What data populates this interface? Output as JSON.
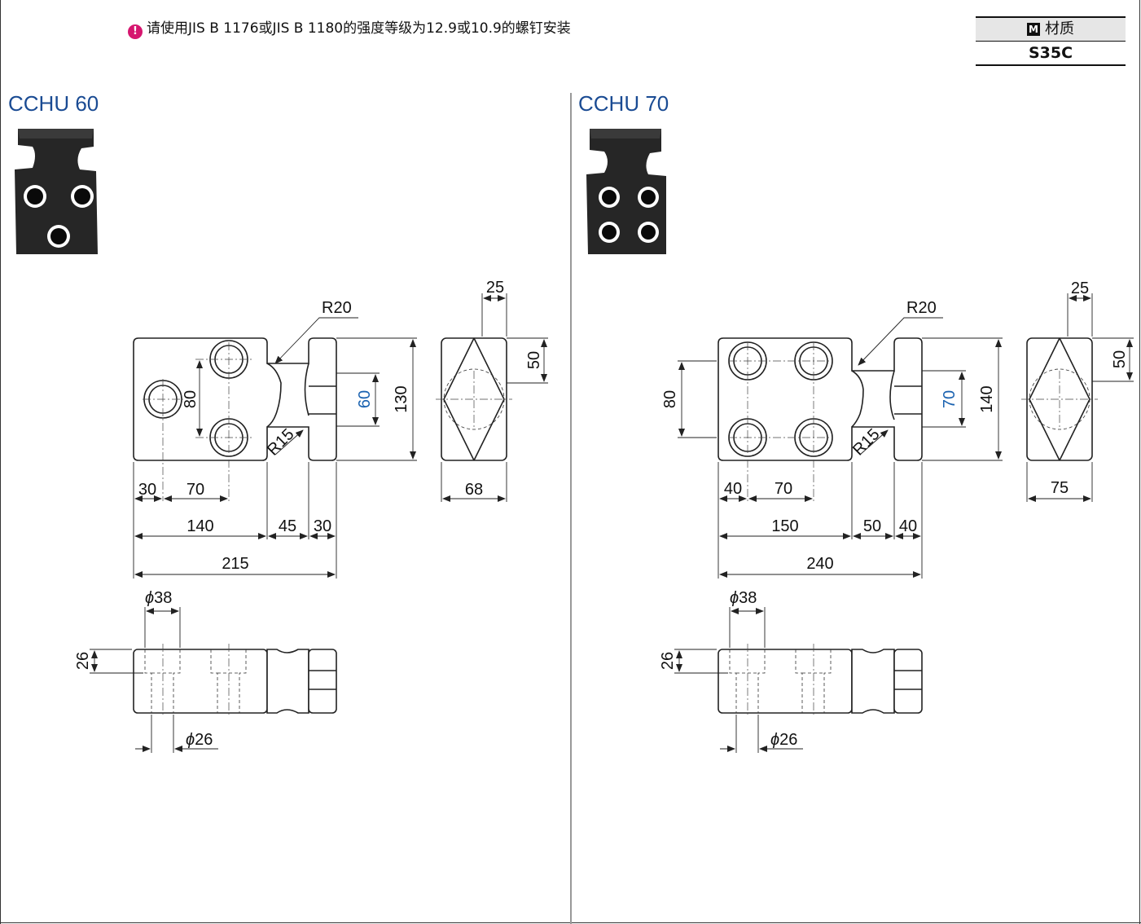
{
  "note": {
    "icon": "!",
    "text": "请使用JIS B 1176或JIS B 1180的强度等级为12.9或10.9的螺钉安装"
  },
  "material": {
    "header_badge": "M",
    "header": "材质",
    "value": "S35C"
  },
  "colors": {
    "title_blue": "#1a4b93",
    "highlight_dim": "#1a62b0",
    "note_icon": "#d6166f"
  },
  "left": {
    "title": "CCHU 60",
    "dims": {
      "r20": "R20",
      "r15": "R15",
      "d80": "80",
      "d60": "60",
      "d130": "130",
      "d25": "25",
      "d50": "50",
      "d68": "68",
      "d30a": "30",
      "d70": "70",
      "d140": "140",
      "d45": "45",
      "d30b": "30",
      "d215": "215",
      "phi38": "38",
      "phi26": "26",
      "d26": "26"
    }
  },
  "right": {
    "title": "CCHU 70",
    "dims": {
      "r20": "R20",
      "r15": "R15",
      "d80": "80",
      "d70v": "70",
      "d140v": "140",
      "d25": "25",
      "d50": "50",
      "d75": "75",
      "d40a": "40",
      "d70": "70",
      "d150": "150",
      "d50h": "50",
      "d40b": "40",
      "d240": "240",
      "phi38": "38",
      "phi26": "26",
      "d26": "26"
    }
  }
}
